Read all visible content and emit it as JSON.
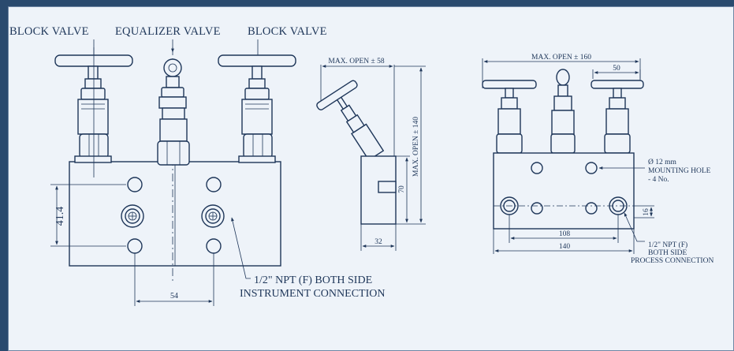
{
  "colors": {
    "frame": "#2a4a6e",
    "background": "#eef3f9",
    "ink": "#1e3659"
  },
  "front_view": {
    "label_block_valve_left": "BLOCK VALVE",
    "label_equalizer_valve": "EQUALIZER VALVE",
    "label_block_valve_right": "BLOCK VALVE",
    "dim_height": "41.4",
    "dim_width": "54",
    "note_line1": "1/2\" NPT (F) BOTH SIDE",
    "note_line2": "INSTRUMENT CONNECTION"
  },
  "side_view": {
    "dim_max_open_top": "MAX. OPEN ± 58",
    "dim_max_open_side": "MAX. OPEN ± 140",
    "dim_height": "70",
    "dim_width": "32"
  },
  "back_view": {
    "dim_max_open_top": "MAX. OPEN ± 160",
    "dim_handle": "50",
    "mounting_line1": "Ø 12 mm",
    "mounting_line2": "MOUNTING HOLE",
    "mounting_line3": "- 4 No.",
    "dim_16": "16",
    "dim_108": "108",
    "dim_140": "140",
    "process_line1": "1/2\" NPT (F)",
    "process_line2": "BOTH SIDE",
    "process_line3": "PROCESS CONNECTION"
  }
}
